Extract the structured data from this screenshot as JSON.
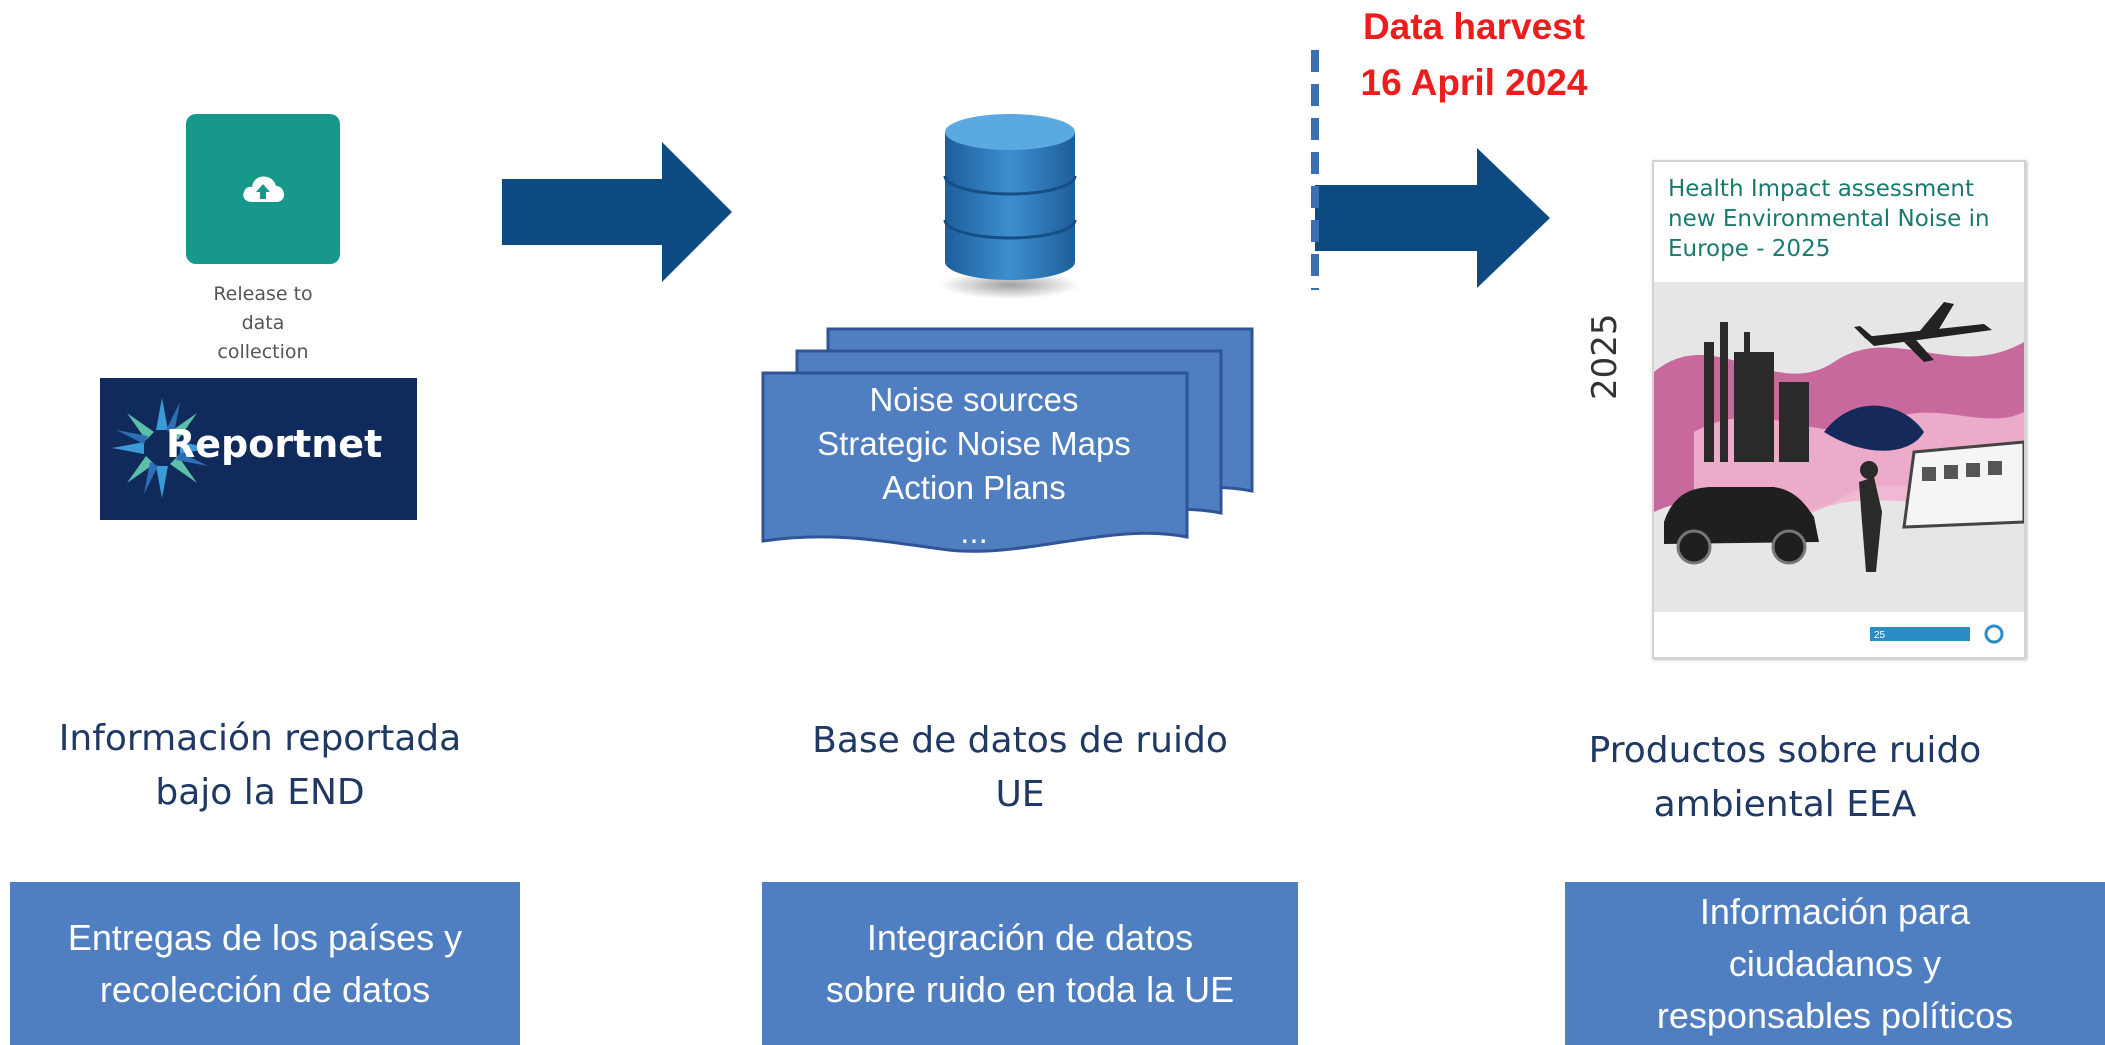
{
  "left_panel": {
    "upload_card": {
      "icon": "cloud-upload-icon",
      "color": "#17988b"
    },
    "release_label": "Release to\ndata\ncollection",
    "logo_text": "Reportnet",
    "title_line1": "Información reportada",
    "title_line2": "bajo la END",
    "box_line1": "Entregas de los países y",
    "box_line2": "recolección de datos"
  },
  "middle_panel": {
    "database_icon": "database-icon",
    "documents": [
      "Noise sources",
      "Strategic Noise Maps",
      "Action Plans",
      "..."
    ],
    "title_line1": "Base de datos de ruido",
    "title_line2": "UE",
    "box_line1": "Integración de datos",
    "box_line2": "sobre ruido en toda la UE"
  },
  "harvest": {
    "title": "Data harvest",
    "date": "16 April 2024",
    "color": "#ee1c1c"
  },
  "right_panel": {
    "report_title": "Health Impact assessment new Environmental Noise in Europe - 2025",
    "report_year": "2025",
    "title_line1": "Productos sobre ruido",
    "title_line2": "ambiental EEA",
    "box_line1": "Información para",
    "box_line2": "ciudadanos y",
    "box_line3": "responsables políticos"
  },
  "colors": {
    "arrow": "#0e4a82",
    "box": "#4f7ec1",
    "title_text": "#1f3864"
  }
}
